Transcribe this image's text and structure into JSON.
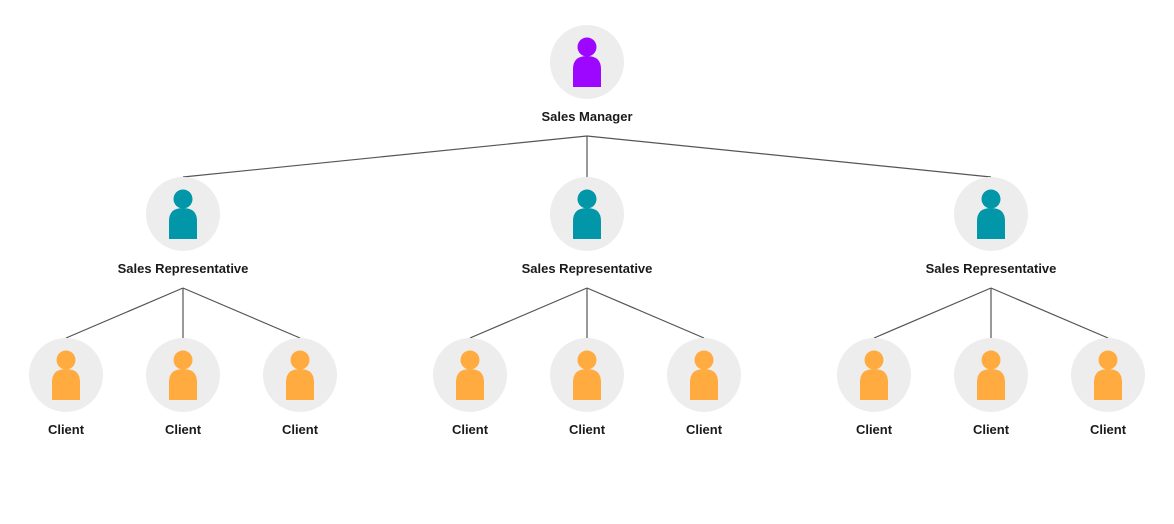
{
  "colors": {
    "circle_bg": "#ededed",
    "line": "#555555",
    "manager_icon": "#9d07ff",
    "rep_icon": "#0197a9",
    "client_icon": "#ffab40"
  },
  "icons": {
    "manager": "person-icon",
    "rep": "person-icon",
    "client": "person-icon"
  },
  "manager": {
    "label": "Sales Manager",
    "reps": [
      {
        "label": "Sales Representative",
        "clients": [
          {
            "label": "Client"
          },
          {
            "label": "Client"
          },
          {
            "label": "Client"
          }
        ]
      },
      {
        "label": "Sales Representative",
        "clients": [
          {
            "label": "Client"
          },
          {
            "label": "Client"
          },
          {
            "label": "Client"
          }
        ]
      },
      {
        "label": "Sales Representative",
        "clients": [
          {
            "label": "Client"
          },
          {
            "label": "Client"
          },
          {
            "label": "Client"
          }
        ]
      }
    ]
  }
}
